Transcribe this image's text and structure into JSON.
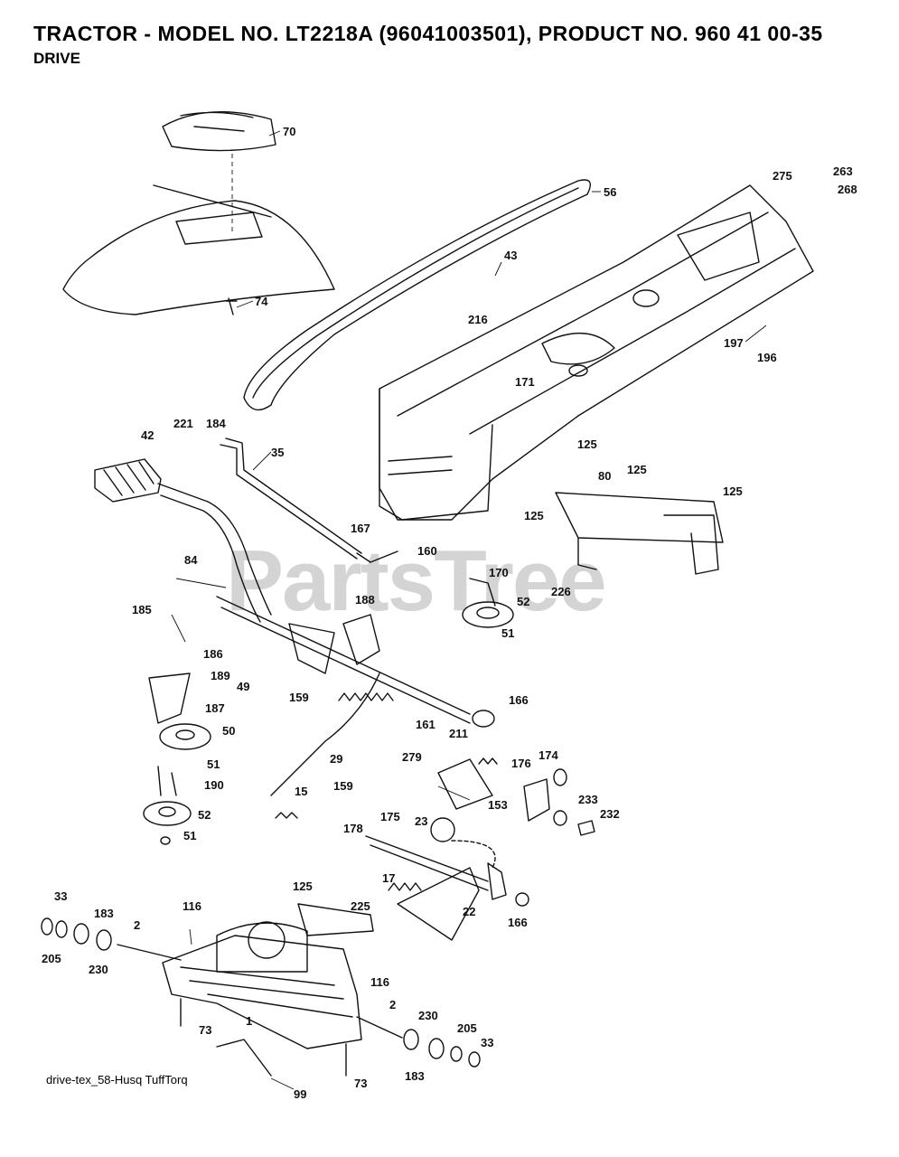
{
  "header": {
    "title": "TRACTOR - MODEL NO. LT2218A (96041003501), PRODUCT NO. 960 41 00-35",
    "subtitle": "DRIVE"
  },
  "watermark": "PartsTree",
  "footer": {
    "caption": "drive-tex_58-Husq TuffTorq"
  },
  "callouts": [
    "70",
    "56",
    "275",
    "263",
    "268",
    "43",
    "74",
    "216",
    "197",
    "196",
    "171",
    "221",
    "184",
    "42",
    "35",
    "125",
    "80",
    "125",
    "125",
    "125",
    "167",
    "160",
    "170",
    "226",
    "84",
    "188",
    "52",
    "51",
    "185",
    "186",
    "189",
    "49",
    "187",
    "159",
    "166",
    "161",
    "211",
    "50",
    "29",
    "51",
    "190",
    "15",
    "159",
    "52",
    "51",
    "279",
    "176",
    "174",
    "153",
    "233",
    "232",
    "178",
    "175",
    "23",
    "17",
    "22",
    "166",
    "125",
    "225",
    "33",
    "116",
    "183",
    "2",
    "205",
    "230",
    "116",
    "2",
    "230",
    "205",
    "33",
    "73",
    "1",
    "183",
    "73",
    "99"
  ]
}
